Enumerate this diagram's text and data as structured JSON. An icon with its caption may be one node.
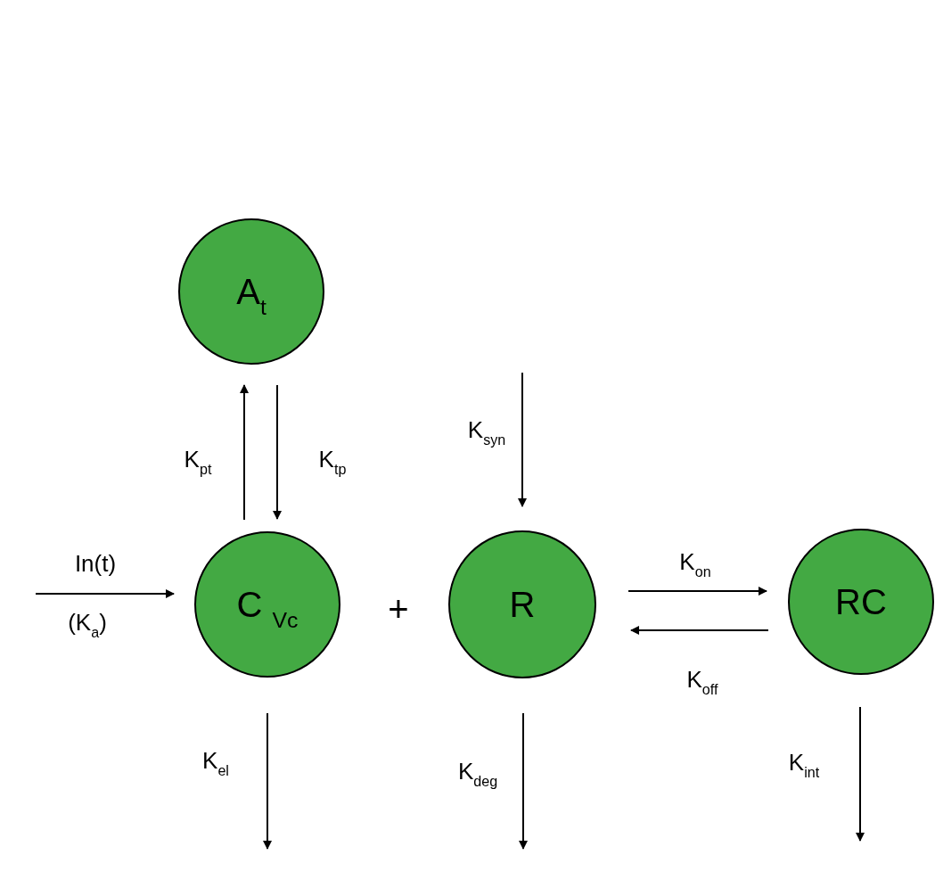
{
  "diagram": {
    "nodes": [
      {
        "text": [
          "A$_{t}$"
        ]
      },
      {
        "text": [
          "C $_{Vc}$"
        ]
      },
      {
        "text": [
          "R"
        ]
      },
      {
        "text": [
          "RC"
        ]
      }
    ],
    "edges": [
      {
        "from": 1,
        "to": 0,
        "arrow": "to",
        "label": "K$_{pt}$"
      },
      {
        "from": 0,
        "to": 1,
        "arrow": "to",
        "label": "K$_{tp}$"
      },
      {
        "from": null,
        "to": 1,
        "arrow": "to",
        "label": "In(t)"
      },
      {
        "from": null,
        "to": 2,
        "arrow": "to",
        "label": "K$_{syn}$"
      },
      {
        "from": 2,
        "to": 3,
        "arrow": "to",
        "label": "K$_{on}$"
      },
      {
        "from": 3,
        "to": 2,
        "arrow": "to",
        "label": "K$_{off}$"
      },
      {
        "from": 1,
        "to": null,
        "arrow": "to",
        "label": "K$_{el}$"
      },
      {
        "from": 2,
        "to": null,
        "arrow": "to",
        "label": "K$_{deg}$"
      },
      {
        "from": 3,
        "to": null,
        "arrow": "to",
        "label": "K$_{int}$"
      }
    ],
    "labels": [
      "(K$_{a}$)",
      "+"
    ]
  }
}
